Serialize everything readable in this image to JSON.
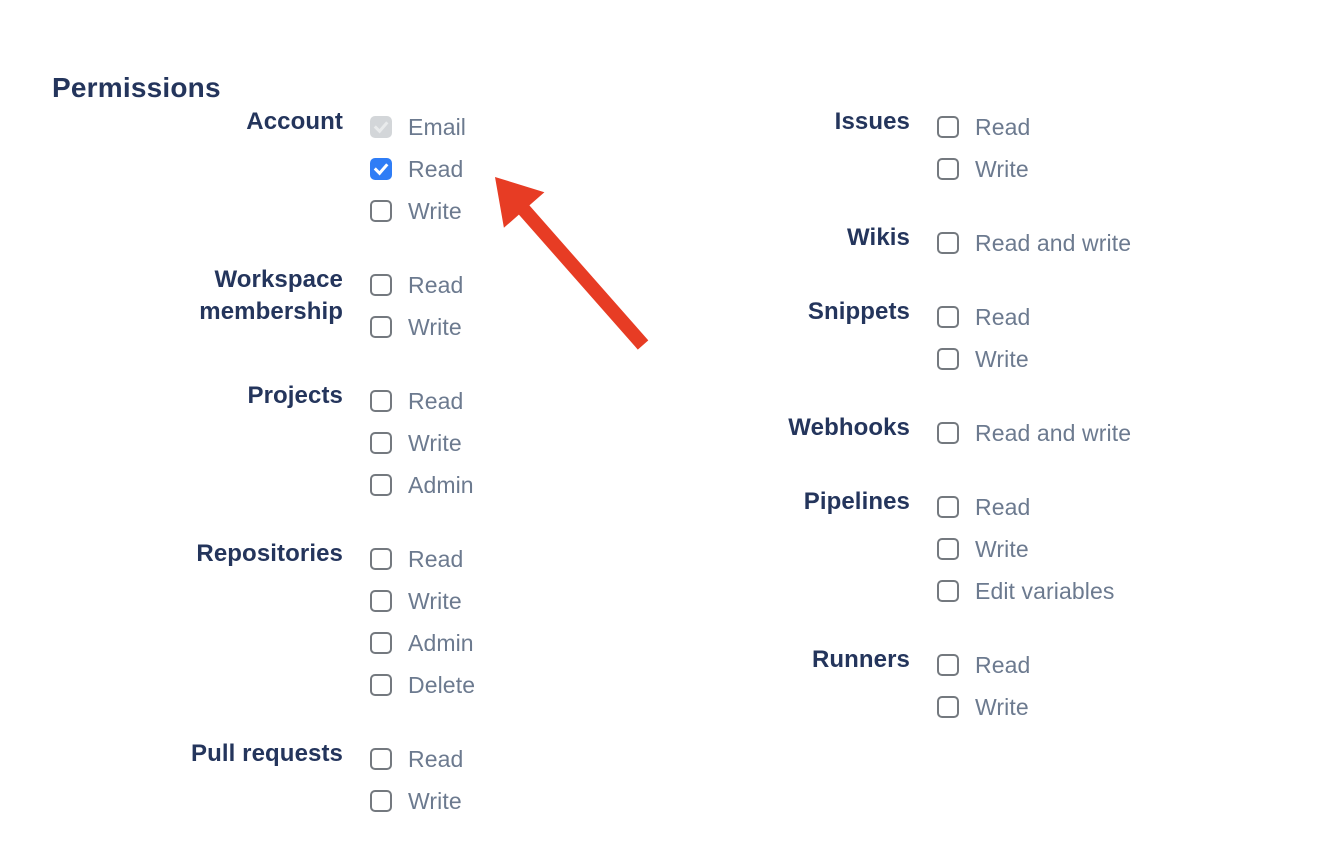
{
  "heading": "Permissions",
  "colors": {
    "heading_text": "#24355c",
    "group_label_text": "#24355c",
    "option_text": "#6c7a8f",
    "checkbox_checked_fill": "#2f7df6",
    "checkbox_unchecked_border": "#74797f",
    "checkbox_disabled_fill": "#d3d6d9",
    "arrow": "#e73c24"
  },
  "columns": [
    {
      "groups": [
        {
          "label_lines": [
            "Account"
          ],
          "options": [
            {
              "label": "Email",
              "state": "checked-disabled"
            },
            {
              "label": "Read",
              "state": "checked"
            },
            {
              "label": "Write",
              "state": "unchecked"
            }
          ]
        },
        {
          "label_lines": [
            "Workspace",
            "membership"
          ],
          "options": [
            {
              "label": "Read",
              "state": "unchecked"
            },
            {
              "label": "Write",
              "state": "unchecked"
            }
          ]
        },
        {
          "label_lines": [
            "Projects"
          ],
          "options": [
            {
              "label": "Read",
              "state": "unchecked"
            },
            {
              "label": "Write",
              "state": "unchecked"
            },
            {
              "label": "Admin",
              "state": "unchecked"
            }
          ]
        },
        {
          "label_lines": [
            "Repositories"
          ],
          "options": [
            {
              "label": "Read",
              "state": "unchecked"
            },
            {
              "label": "Write",
              "state": "unchecked"
            },
            {
              "label": "Admin",
              "state": "unchecked"
            },
            {
              "label": "Delete",
              "state": "unchecked"
            }
          ]
        },
        {
          "label_lines": [
            "Pull requests"
          ],
          "options": [
            {
              "label": "Read",
              "state": "unchecked"
            },
            {
              "label": "Write",
              "state": "unchecked"
            }
          ]
        }
      ]
    },
    {
      "groups": [
        {
          "label_lines": [
            "Issues"
          ],
          "options": [
            {
              "label": "Read",
              "state": "unchecked"
            },
            {
              "label": "Write",
              "state": "unchecked"
            }
          ]
        },
        {
          "label_lines": [
            "Wikis"
          ],
          "options": [
            {
              "label": "Read and write",
              "state": "unchecked"
            }
          ]
        },
        {
          "label_lines": [
            "Snippets"
          ],
          "options": [
            {
              "label": "Read",
              "state": "unchecked"
            },
            {
              "label": "Write",
              "state": "unchecked"
            }
          ]
        },
        {
          "label_lines": [
            "Webhooks"
          ],
          "options": [
            {
              "label": "Read and write",
              "state": "unchecked"
            }
          ]
        },
        {
          "label_lines": [
            "Pipelines"
          ],
          "options": [
            {
              "label": "Read",
              "state": "unchecked"
            },
            {
              "label": "Write",
              "state": "unchecked"
            },
            {
              "label": "Edit variables",
              "state": "unchecked"
            }
          ]
        },
        {
          "label_lines": [
            "Runners"
          ],
          "options": [
            {
              "label": "Read",
              "state": "unchecked"
            },
            {
              "label": "Write",
              "state": "unchecked"
            }
          ]
        }
      ]
    }
  ],
  "annotation_arrow": {
    "color": "#e73c24",
    "points_at": "Account Read checkbox"
  }
}
